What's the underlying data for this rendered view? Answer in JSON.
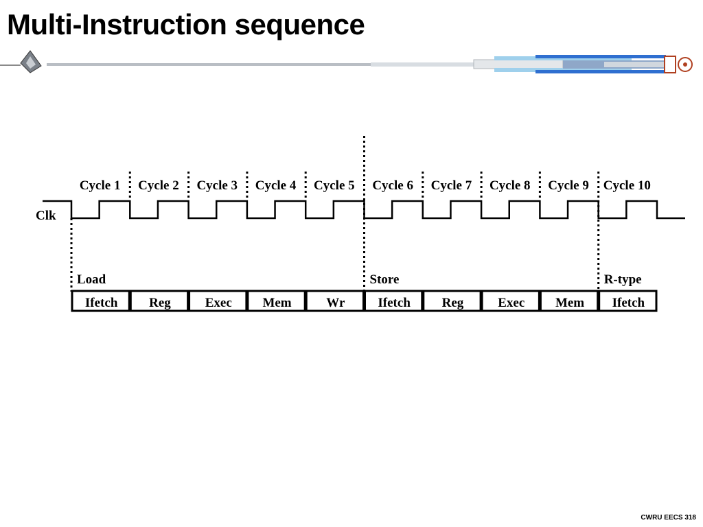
{
  "title": "Multi-Instruction sequence",
  "clock_label": "Clk",
  "cycles": [
    "Cycle 1",
    "Cycle 2",
    "Cycle 3",
    "Cycle 4",
    "Cycle 5",
    "Cycle 6",
    "Cycle 7",
    "Cycle 8",
    "Cycle 9",
    "Cycle 10"
  ],
  "instructions": [
    {
      "name": "Load",
      "stages": [
        "Ifetch",
        "Reg",
        "Exec",
        "Mem",
        "Wr"
      ]
    },
    {
      "name": "Store",
      "stages": [
        "Ifetch",
        "Reg",
        "Exec",
        "Mem"
      ]
    },
    {
      "name": "R-type",
      "stages": [
        "Ifetch"
      ]
    }
  ],
  "footer": "CWRU EECS 318",
  "icons": {
    "logo": "starship-emblem-icon",
    "banner": "starship-banner-icon"
  }
}
